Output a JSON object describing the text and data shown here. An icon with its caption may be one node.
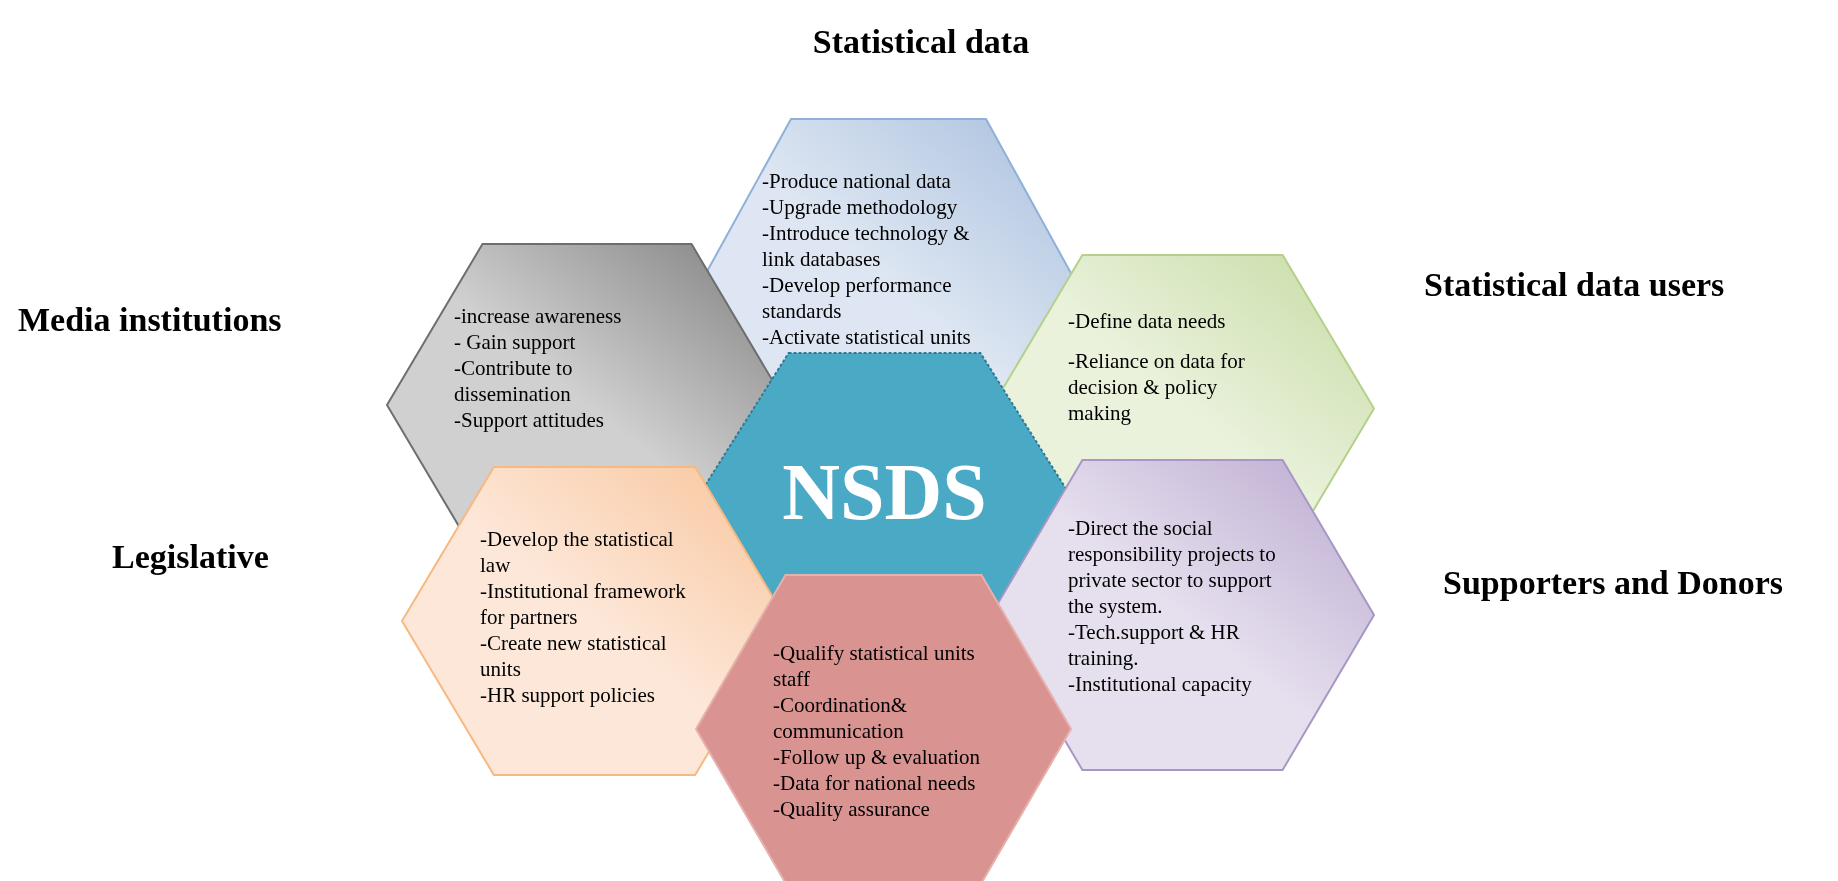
{
  "diagram": {
    "nodes": [
      {
        "text": [
          "-Produce national data",
          "-Upgrade methodology",
          "-Introduce technology & link databases",
          "-Develop performance standards",
          "-Activate statistical units"
        ],
        "beside": [
          "Statistical data"
        ]
      },
      {
        "text": [
          "-increase awareness",
          "- Gain support",
          "-Contribute to dissemination",
          "-Support attitudes"
        ],
        "beside": [
          "Media institutions"
        ]
      },
      {
        "text": [
          "-Define data needs",
          "-Reliance on data for decision & policy making"
        ],
        "beside": [
          "Statistical data users"
        ]
      },
      {
        "text": [
          "NSDS"
        ]
      },
      {
        "text": [
          "-Develop the statistical law",
          "-Institutional framework for partners",
          "-Create new statistical units",
          "-HR support policies"
        ],
        "beside": [
          "Legislative"
        ]
      },
      {
        "text": [
          "-Direct the social responsibility projects to private sector to support the system.",
          "-Tech.support & HR training.",
          "-Institutional capacity"
        ],
        "beside": [
          "Supporters and Donors"
        ]
      },
      {
        "text": [
          "-Qualify statistical units staff",
          "-Coordination& communication",
          "-Follow up & evaluation",
          "-Data for national needs",
          "-Quality assurance"
        ]
      }
    ]
  }
}
